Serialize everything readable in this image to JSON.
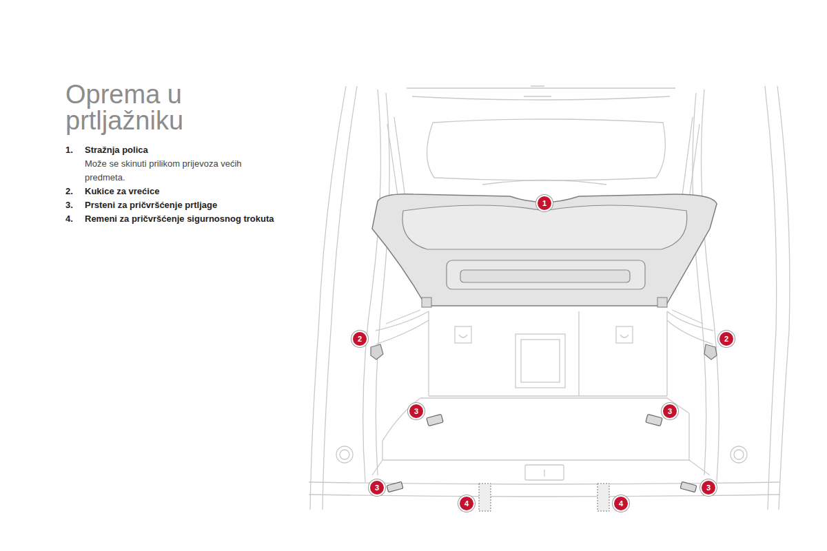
{
  "diagram": {
    "title": "Oprema u prtljažniku",
    "labels": [
      "1.",
      "Stražnja polica",
      "Može se skinuti prilikom prijevoza većih predmeta.",
      "2.",
      "Kukice za vrećice",
      "3.",
      "Prsteni za pričvršćenje prtljage",
      "4.",
      "Remeni za pričvršćenje sigurnosnog trokuta",
      "1",
      "2",
      "2",
      "3",
      "3",
      "3",
      "3",
      "4",
      "4"
    ]
  }
}
